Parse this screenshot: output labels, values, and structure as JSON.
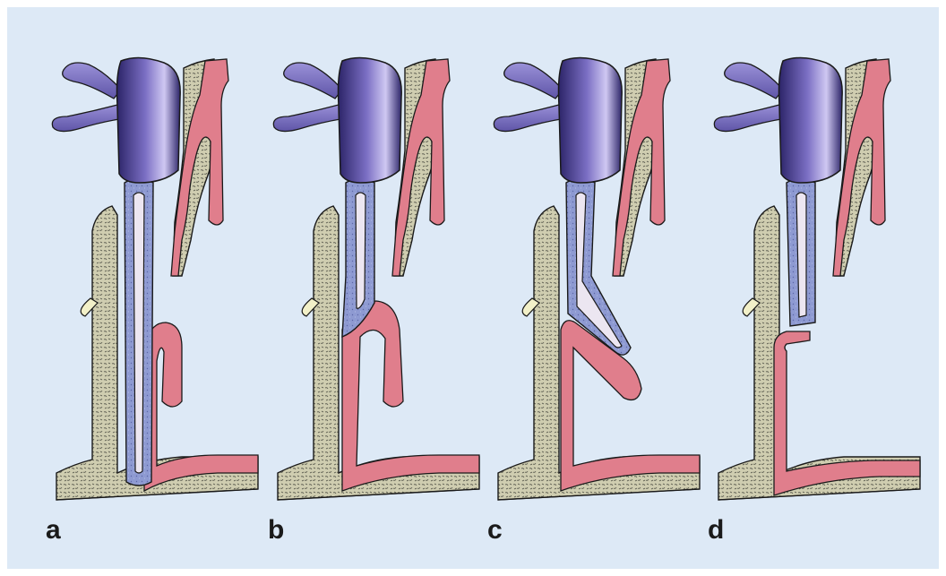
{
  "colors": {
    "background": "#dde9f6",
    "vein": "#7b6fc4",
    "vein_dark": "#2c2468",
    "vein_highlight": "#cfc8f2",
    "bone": "#cfcdb0",
    "bone_texture": "#4f5046",
    "bone_border": "#f2f0c8",
    "cartilage": "#8e9ad2",
    "mucosa": "#e07e8c",
    "lumen": "#ece6f1",
    "outline": "#1a1a1a"
  },
  "panels": [
    {
      "label": "a"
    },
    {
      "label": "b"
    },
    {
      "label": "c"
    },
    {
      "label": "d"
    }
  ]
}
